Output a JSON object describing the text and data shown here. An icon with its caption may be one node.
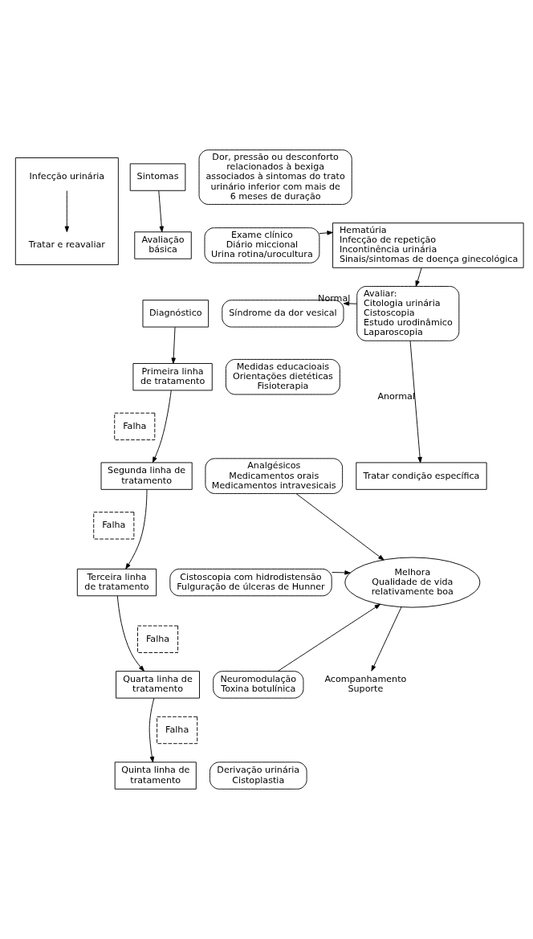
{
  "diagram": {
    "nodes": [
      {
        "text": [],
        "shape": "box"
      },
      {
        "text": [
          "Infecção urinária"
        ],
        "in": 0
      },
      {
        "text": [
          "Tratar e reavaliar"
        ],
        "in": 0
      },
      {
        "text": [
          "Sintomas"
        ]
      },
      {
        "text": [
          "Dor, pressão ou desconforto relacionados à bexiga associados à sintomas do trato urinário inferior com mais de 6 meses de duração"
        ]
      },
      {
        "text": [
          "Avaliação básica"
        ]
      },
      {
        "text": [
          "Exame clínico",
          "Diário miccional",
          "Urina rotina/urocultura"
        ]
      },
      {
        "text": [
          "Hematúria",
          "Infecção de repetição",
          "Incontinência urinária",
          "Sinais/sintomas de doença ginecológica"
        ]
      },
      {
        "text": [
          "Diagnóstico"
        ]
      },
      {
        "text": [
          "Síndrome da dor vesical"
        ]
      },
      {
        "text": [
          "Avaliar:",
          "Citologia urinária",
          "Cistoscopia",
          "Estudo urodinâmico",
          "Laparoscopia"
        ]
      },
      {
        "text": [
          "Primeira linha de tratamento"
        ]
      },
      {
        "text": [
          "Medidas educacioais",
          "Orientações dietéticas",
          "Fisioterapia"
        ]
      },
      {
        "text": [
          "Falha"
        ]
      },
      {
        "text": [
          "Tratar condição específica"
        ]
      },
      {
        "text": [
          "Segunda linha de tratamento"
        ]
      },
      {
        "text": [
          "Analgésicos",
          "Medicamentos orais",
          "Medicamentos intravesicais"
        ]
      },
      {
        "text": [
          "Falha"
        ]
      },
      {
        "text": [
          "Terceira linha de tratamento"
        ]
      },
      {
        "text": [
          "Cistoscopia com hidrodistensão",
          "Fulguração de úlceras de Hunner"
        ]
      },
      {
        "text": [
          "Melhora",
          "Qualidade de vida relativamente boa"
        ]
      },
      {
        "text": [
          "Falha"
        ]
      },
      {
        "text": [
          "Quarta linha de tratamento"
        ]
      },
      {
        "text": [
          "Neuromodulação",
          "Toxina botulínica"
        ]
      },
      {
        "text": [
          "Acompanhamento",
          "Suporte"
        ]
      },
      {
        "text": [
          "Falha"
        ]
      },
      {
        "text": [
          "Quinta linha de tratamento"
        ]
      },
      {
        "text": [
          "Derivação urinária",
          "Cistoplastia"
        ]
      }
    ],
    "edges": [
      {
        "from": 1,
        "to": 2,
        "arrow": "to"
      },
      {
        "from": 3,
        "to": 5,
        "arrow": "to"
      },
      {
        "from": 6,
        "to": 7,
        "arrow": "to"
      },
      {
        "from": 7,
        "to": 10,
        "arrow": "to"
      },
      {
        "from": 10,
        "to": 9,
        "arrow": "to",
        "label": "Normal"
      },
      {
        "from": 10,
        "to": 14,
        "arrow": "to",
        "label": "Anormal"
      },
      {
        "from": 8,
        "to": 11,
        "arrow": "to"
      },
      {
        "from": 11,
        "to": 15,
        "arrow": "to"
      },
      {
        "from": 15,
        "to": 18,
        "arrow": "to"
      },
      {
        "from": 18,
        "to": 22,
        "arrow": "to"
      },
      {
        "from": 22,
        "to": 26,
        "arrow": "to"
      },
      {
        "from": 16,
        "to": 20,
        "arrow": "to"
      },
      {
        "from": 19,
        "to": 20,
        "arrow": "to"
      },
      {
        "from": 23,
        "to": 20,
        "arrow": "to"
      },
      {
        "from": 20,
        "to": 24,
        "arrow": "to"
      }
    ]
  }
}
